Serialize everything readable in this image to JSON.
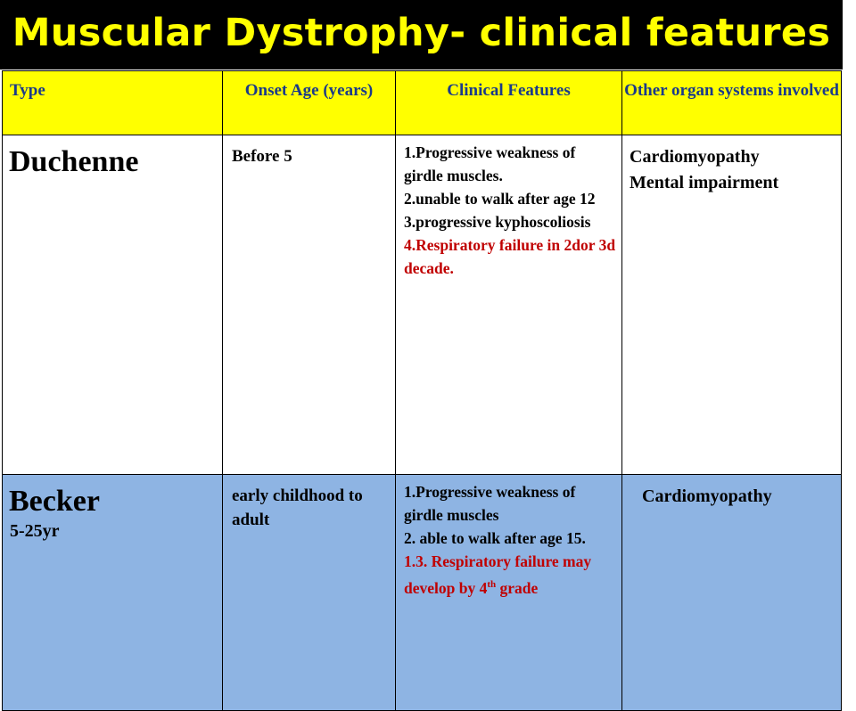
{
  "title": "Muscular Dystrophy- clinical features",
  "headers": {
    "type": "Type",
    "onset": "Onset Age (years)",
    "features": "Clinical Features",
    "other": "Other organ systems involved"
  },
  "rows": [
    {
      "type": "Duchenne",
      "onset": "Before 5",
      "features": [
        "1.Progressive weakness of girdle muscles.",
        "2.unable to walk after age 12",
        "3.progressive kyphoscoliosis",
        "4.Respiratory failure in 2dor 3d decade."
      ],
      "other": [
        "Cardiomyopathy",
        "Mental impairment"
      ]
    },
    {
      "type": "Becker",
      "type_sub": "5-25yr",
      "onset": "early childhood to adult",
      "features": [
        "1.Progressive weakness of girdle muscles",
        "2. able to walk after age 15.",
        "1.3. Respiratory failure may develop by 4",
        "th",
        " grade"
      ],
      "other": [
        "Cardiomyopathy"
      ]
    }
  ],
  "colors": {
    "title_bg": "#000000",
    "title_text": "#ffff00",
    "header_bg": "#ffff00",
    "header_text": "#1a3a8a",
    "becker_row_bg": "#8eb4e3",
    "highlight_text": "#c00000"
  }
}
